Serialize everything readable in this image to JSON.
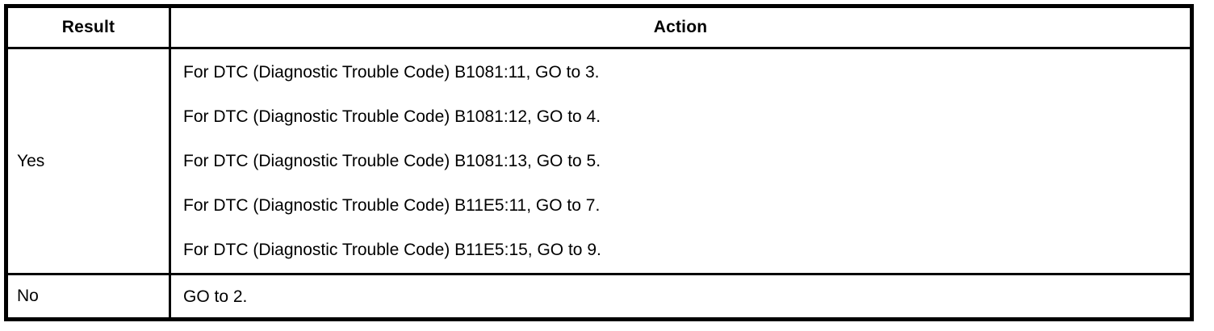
{
  "table": {
    "headers": {
      "result": "Result",
      "action": "Action"
    },
    "rows": [
      {
        "result": "Yes",
        "actions": [
          "For DTC (Diagnostic Trouble Code) B1081:11, GO to 3.",
          "For DTC (Diagnostic Trouble Code) B1081:12, GO to 4.",
          "For DTC (Diagnostic Trouble Code) B1081:13, GO to 5.",
          "For DTC (Diagnostic Trouble Code) B11E5:11, GO to 7.",
          "For DTC (Diagnostic Trouble Code) B11E5:15, GO to 9."
        ]
      },
      {
        "result": "No",
        "actions": [
          "GO to 2."
        ]
      }
    ],
    "colors": {
      "border": "#000000",
      "text": "#000000",
      "background": "#ffffff"
    }
  }
}
